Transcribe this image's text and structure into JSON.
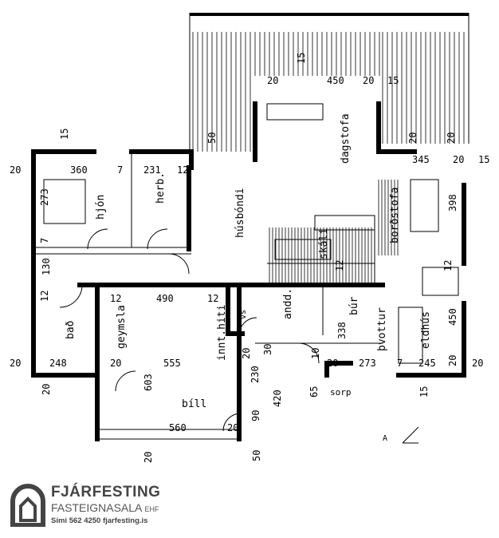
{
  "rooms": {
    "hjon": "hjón",
    "herb": "herb.",
    "husbondi": "húsbóndi",
    "dagstofa": "dagstofa",
    "bordstofa": "borðstofa",
    "skali": "skáli",
    "anddyri": "andd.",
    "bur": "búr",
    "thvottur": "þvottur",
    "eldhus": "eldhús",
    "bad": "bað",
    "geymsla": "geymsla",
    "innt_hiti": "innt.hiti",
    "bill": "bíll",
    "sorp": "sorp",
    "vs": "vs"
  },
  "dimensions": [
    "15",
    "20",
    "450",
    "20",
    "15",
    "50",
    "15",
    "20",
    "360",
    "7",
    "231",
    "12",
    "20",
    "273",
    "7",
    "130",
    "12",
    "490",
    "12",
    "12",
    "248",
    "20",
    "555",
    "603",
    "560",
    "20",
    "20",
    "20",
    "230",
    "30",
    "420",
    "90",
    "50",
    "65",
    "10",
    "20",
    "273",
    "7",
    "245",
    "20",
    "20",
    "15",
    "345",
    "20",
    "15",
    "398",
    "12",
    "450",
    "338",
    "12",
    "20",
    "20",
    "20"
  ],
  "logo": {
    "name": "FJÁRFESTING",
    "subtitle": "FASTEIGNASALA",
    "suffix": "EHF",
    "contact": "Sími 562 4250  fjarfesting.is"
  },
  "north_label": "A"
}
